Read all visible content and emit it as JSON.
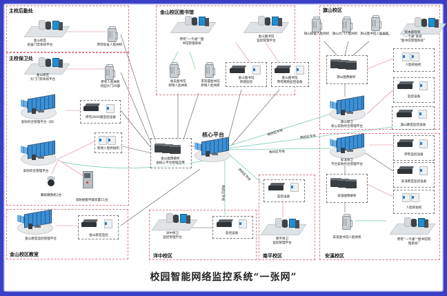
{
  "title": "校园智能网络监控系统“一张网”",
  "colors": {
    "background": "#3a3fc8",
    "zone_border": "#e07a86",
    "link_private": "#6cc7a0",
    "link_local": "#e07a86",
    "link_core": "#444444"
  },
  "core": {
    "label": "核心平台",
    "decoder_label": "金山图像解析\n由核心平台管理应用"
  },
  "links": {
    "private_line": "两校区专线"
  },
  "zones": {
    "houqin": {
      "title": "主校后勤处",
      "platform": "金山校区\n宿舍门禁系统平台",
      "gate": "原有宿舍人脸闸机"
    },
    "baowei": {
      "title": "主校保卫处",
      "platform": "金山校区\n大门门禁系统平台",
      "gate": "原有人脸闸机\n校园大门26部",
      "old_platform": "安防综合管理平台（旧）",
      "old_devices": "原有2600路监控设备",
      "new_capture": "新建人脸抓拍机",
      "platform_new": "安防综合管理平台",
      "dome": "鹰眼摄像机2台",
      "alarm": "消防报警传输装置11台"
    },
    "jiaoshi": {
      "title": "金山校区教室",
      "platform": "金山教室监控管理平台",
      "devices": "金山教室监控"
    },
    "library": {
      "title": "金山校区图书馆",
      "system": "原有“一卡通”“图\n书馆管理系统",
      "gate1": "逸夫图书馆\n新增人脸闸机",
      "gate2": "李常盛图书馆\n新增人脸闸机",
      "platform": "金山图书馆\n监控管理平台",
      "new_devices": "金山图书馆\n新建监控",
      "old_devices": "金山图书馆\n原有网络监控设备"
    },
    "qishan": {
      "title": "旗山校区",
      "gate1": "旗山宿舍人脸闸机",
      "gate2": "旗山大门人脸闸机",
      "gate3": "旗山图书馆人脸闸机",
      "system": "校本部现有\n“一卡通”系统\n“图书馆管理系统”",
      "decoder": "旗山图像解析",
      "capture": "人脸抓拍机",
      "devices": "监控设备",
      "platform": "旗山保卫\n核心安防综合管理平台",
      "classroom": "旗山教室监控设备"
    },
    "anxi": {
      "title": "安溪校区",
      "platform": "安溪保卫\n平台安防综合管理平台",
      "old_devices": "原有监控设备",
      "classroom": "安溪教室监控设备",
      "decoder": "安溪图像解析",
      "capture": "人脸抓拍机",
      "gate": "安溪图书馆人脸闸机",
      "system": "原有“一卡通”“图书馆管\n理系统”"
    },
    "yangzhong": {
      "title": "洋中校区",
      "platform": "洋中保卫\n监控管理平台",
      "devices": "监控设备"
    },
    "nanping": {
      "title": "南平校区",
      "devices": "监控设备",
      "platform": "南平保卫\n监控管理平台"
    }
  }
}
